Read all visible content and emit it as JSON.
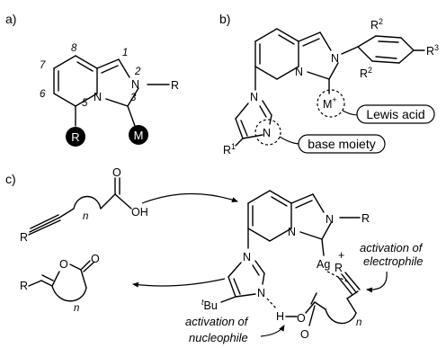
{
  "panels": {
    "a": "a)",
    "b": "b)",
    "c": "c)"
  },
  "panel_a": {
    "ring_numbers": [
      "8",
      "1",
      "7",
      "2",
      "6",
      "5",
      "3"
    ],
    "n_label": "N",
    "n_bridge": "N",
    "substituent": "R",
    "disc_r": "R",
    "disc_m": "M"
  },
  "panel_b": {
    "n_label": "N",
    "n_bridge": "N",
    "r2_top": "R",
    "r2_top_sup": "2",
    "r2_bottom": "R",
    "r2_bottom_sup": "2",
    "r3": "R",
    "r3_sup": "3",
    "metal": "M",
    "metal_charge": "+",
    "imid_n1": "N",
    "imid_n3": "N",
    "r1": "R",
    "r1_sup": "1",
    "lewis_acid": "Lewis acid",
    "base_moiety": "base moiety"
  },
  "panel_c": {
    "reactant_r": "R",
    "reactant_o": "O",
    "reactant_oh": "OH",
    "reactant_n": "n",
    "product_r": "R",
    "product_o_ring": "O",
    "product_o_carbonyl": "O",
    "product_n": "n",
    "complex_n": "N",
    "complex_r": "R",
    "complex_n_bridge": "N",
    "complex_ag": "Ag",
    "complex_plus": "+",
    "complex_imid_n": "N",
    "complex_tbu_t": "t",
    "complex_tbu": "Bu",
    "complex_imid_nh_n": "N",
    "complex_h": "H",
    "complex_alkyne_r": "R",
    "complex_o": "O",
    "complex_o2": "O",
    "complex_n_sub": "n",
    "act_electrophile_1": "activation of",
    "act_electrophile_2": "electrophile",
    "act_nucleophile_1": "activation of",
    "act_nucleophile_2": "nucleophile"
  }
}
